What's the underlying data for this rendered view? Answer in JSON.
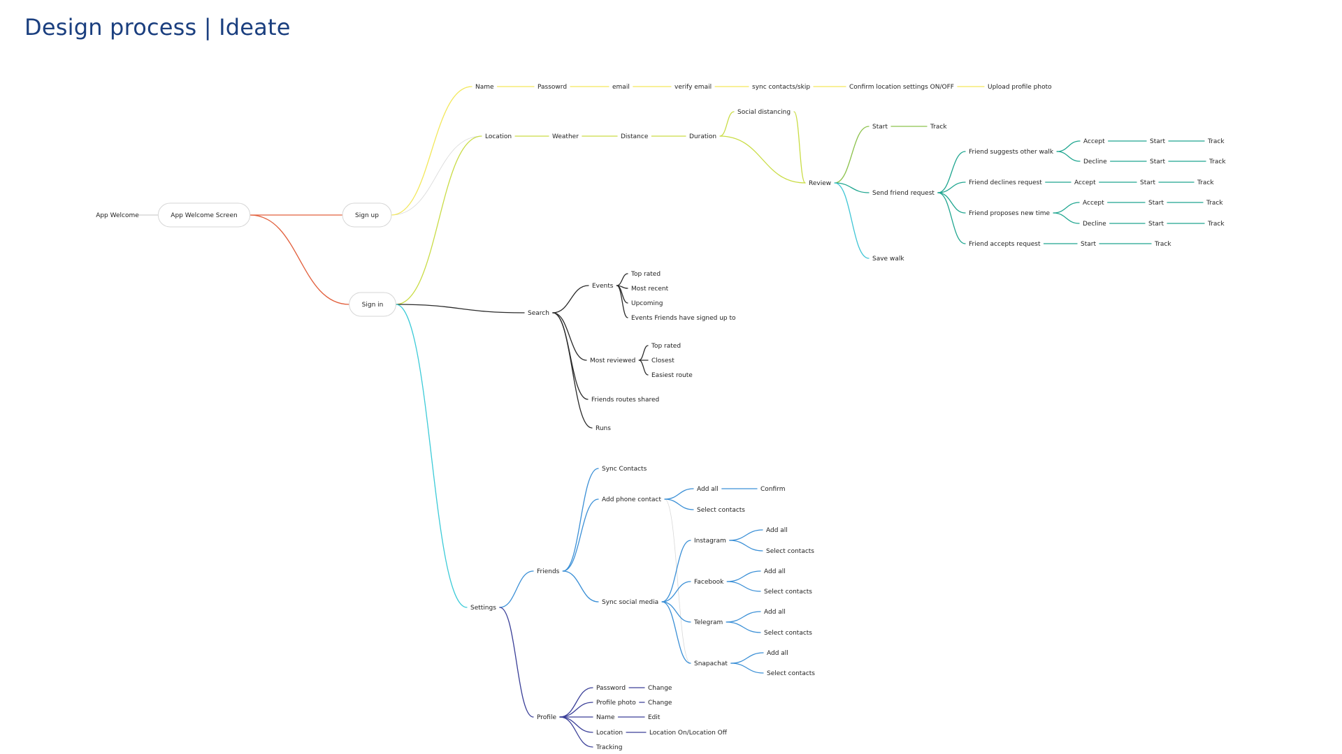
{
  "page": {
    "title": "Design process | Ideate"
  },
  "colors": {
    "signup": "#f3e85a",
    "location": "#c9dc44",
    "review": "#8cc24c",
    "friendreq": "#1ea58f",
    "savewalk": "#3fc6d6",
    "signin": "#e25f3c",
    "search": "#2a2a2a",
    "settings": "#3ccbd8",
    "friends": "#3a8fd6",
    "profile": "#3a3f98",
    "ghost": "#d8d8d8",
    "root": "#cfcfcf"
  },
  "nodes": {
    "app_welcome": "App Welcome",
    "welcome_screen": "App Welcome Screen",
    "sign_up": "Sign up",
    "sign_in": "Sign in",
    "name": "Name",
    "passowrd": "Passowrd",
    "email": "email",
    "verify_email": "verify email",
    "sync_skip": "sync contacts/skip",
    "confirm_loc": "Confirm location settings ON/OFF",
    "upload_photo": "Upload profile photo",
    "location": "Location",
    "weather": "Weather",
    "distance": "Distance",
    "duration": "Duration",
    "social_distancing": "Social distancing",
    "review": "Review",
    "review_start": "Start",
    "review_track": "Track",
    "send_friend_request": "Send friend request",
    "save_walk": "Save walk",
    "fr_suggests": "Friend suggests other walk",
    "fr_s_accept": "Accept",
    "fr_s_accept_start": "Start",
    "fr_s_accept_track": "Track",
    "fr_s_decline": "Decline",
    "fr_s_decline_start": "Start",
    "fr_s_decline_track": "Track",
    "fr_declines": "Friend declines request",
    "fr_d_accept": "Accept",
    "fr_d_start": "Start",
    "fr_d_track": "Track",
    "fr_proposes": "Friend proposes new time",
    "fr_p_accept": "Accept",
    "fr_p_accept_start": "Start",
    "fr_p_accept_track": "Track",
    "fr_p_decline": "Decline",
    "fr_p_decline_start": "Start",
    "fr_p_decline_track": "Track",
    "fr_accepts": "Friend accepts request",
    "fr_a_start": "Start",
    "fr_a_track": "Track",
    "search": "Search",
    "events": "Events",
    "ev_top_rated": "Top rated",
    "ev_most_recent": "Most recent",
    "ev_upcoming": "Upcoming",
    "ev_friends": "Events Friends have signed up to",
    "most_reviewed": "Most reviewed",
    "mr_top_rated": "Top rated",
    "mr_closest": "Closest",
    "mr_easiest": "Easiest route",
    "friends_routes": "Friends routes shared",
    "runs": "Runs",
    "settings": "Settings",
    "friends": "Friends",
    "sync_contacts": "Sync Contacts",
    "add_phone": "Add phone contact",
    "ap_add_all": "Add all",
    "ap_confirm": "Confirm",
    "ap_select": "Select contacts",
    "sync_social": "Sync social media",
    "instagram": "Instagram",
    "ig_add_all": "Add all",
    "ig_select": "Select contacts",
    "facebook": "Facebook",
    "fb_add_all": "Add all",
    "fb_select": "Select contacts",
    "telegram": "Telegram",
    "tg_add_all": "Add all",
    "tg_select": "Select contacts",
    "snapachat": "Snapachat",
    "sc_add_all": "Add all",
    "sc_select": "Select contacts",
    "profile": "Profile",
    "pr_password": "Password",
    "pr_password_change": "Change",
    "pr_photo": "Profile photo",
    "pr_photo_change": "Change",
    "pr_name": "Name",
    "pr_name_edit": "Edit",
    "pr_location": "Location",
    "pr_location_toggle": "Location On/Location Off",
    "pr_tracking": "Tracking"
  }
}
